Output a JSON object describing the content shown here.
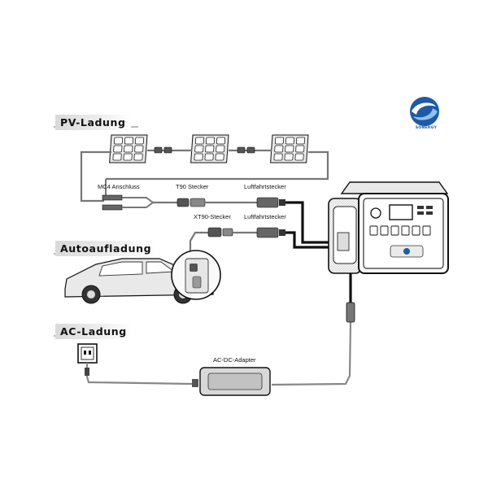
{
  "sections": {
    "pv": "PV-Ladung",
    "car": "Autoaufladung",
    "ac": "AC-Ladung"
  },
  "connectors": {
    "mc4": "MC4 Anschluss",
    "t90": "T90 Stecker",
    "aviation_top": "Luftfahrtstecker",
    "xt90": "XT90-Stecker",
    "aviation_bottom": "Luftfahrtstecker",
    "adapter": "AC-DC-Adapter"
  },
  "logo": {
    "text": "SONERGY"
  },
  "colors": {
    "line": "#111111",
    "panel_fill": "#ececec",
    "gray": "#8a8a8a",
    "logo_blue": "#1d5aa8"
  },
  "icons": {
    "panels": "solar-panel-icon",
    "station": "power-station-icon",
    "car": "car-icon",
    "socket": "wall-socket-icon",
    "adapter": "power-adapter-icon"
  }
}
